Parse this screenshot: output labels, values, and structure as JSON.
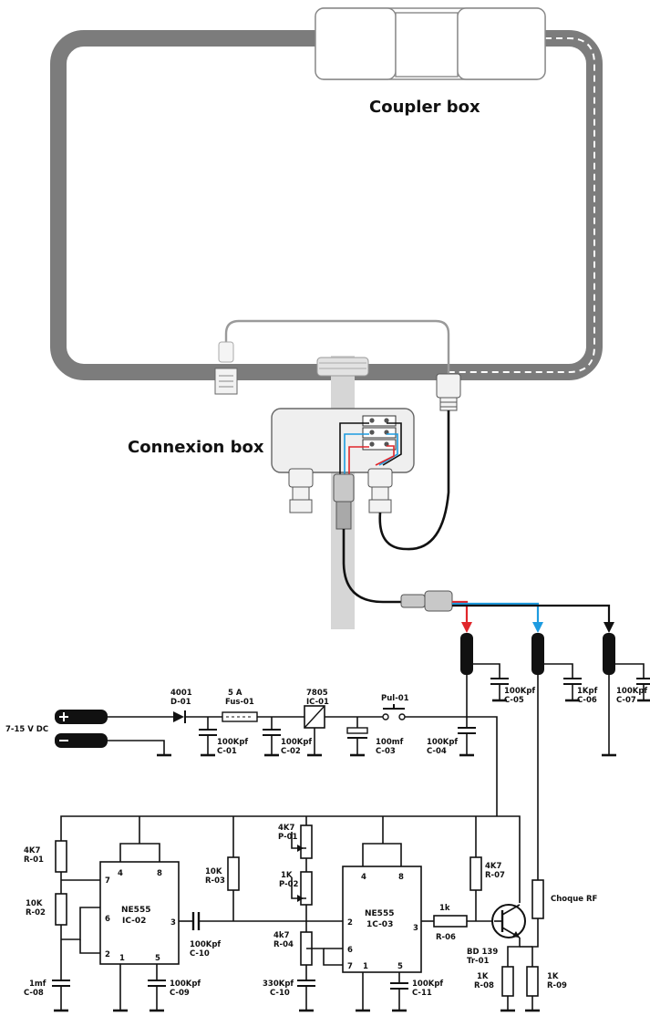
{
  "titles": {
    "coupler": "Coupler box",
    "connexion": "Connexion box"
  },
  "supply": {
    "label": "7-15 V DC",
    "plus": "+",
    "minus": "−"
  },
  "components": {
    "d01": [
      "4001",
      "D-01"
    ],
    "fus01": [
      "5 A",
      "Fus-01"
    ],
    "ic01": [
      "7805",
      "IC-01"
    ],
    "pul01": [
      "Pul-01"
    ],
    "c01": [
      "100Kpf",
      "C-01"
    ],
    "c02": [
      "100Kpf",
      "C-02"
    ],
    "c03": [
      "100mf",
      "C-03"
    ],
    "c04": [
      "100Kpf",
      "C-04"
    ],
    "c05": [
      "100Kpf",
      "C-05"
    ],
    "c06": [
      "1Kpf",
      "C-06"
    ],
    "c07": [
      "100Kpf",
      "C-07"
    ],
    "r01": [
      "4K7",
      "R-01"
    ],
    "r02": [
      "10K",
      "R-02"
    ],
    "c08": [
      "1mf",
      "C-08"
    ],
    "ic02": [
      "NE555",
      "IC-02"
    ],
    "c09": [
      "100Kpf",
      "C-09"
    ],
    "r03": [
      "10K",
      "R-03"
    ],
    "c10a": [
      "100Kpf",
      "C-10"
    ],
    "p01": [
      "4K7",
      "P-01"
    ],
    "p02": [
      "1K",
      "P-02"
    ],
    "r04": [
      "4k7",
      "R-04"
    ],
    "c10b": [
      "330Kpf",
      "C-10"
    ],
    "ic03": [
      "NE555",
      "1C-03"
    ],
    "c11": [
      "100Kpf",
      "C-11"
    ],
    "r06": [
      "1k",
      "R-06"
    ],
    "r07": [
      "4K7",
      "R-07"
    ],
    "tr01": [
      "BD 139",
      "Tr-01"
    ],
    "choque": [
      "Choque RF"
    ],
    "r08": [
      "1K",
      "R-08"
    ],
    "r09": [
      "1K",
      "R-09"
    ]
  },
  "pins": {
    "ic02": [
      "4",
      "8",
      "7",
      "6",
      "2",
      "1",
      "5",
      "3"
    ],
    "ic03": [
      "4",
      "8",
      "2",
      "6",
      "7",
      "1",
      "5",
      "3"
    ]
  },
  "colors": {
    "loop_dark": "#7c7c7c",
    "loop_light": "#c9c9c9",
    "box_fill": "#efefef",
    "red_wire": "#e0262b",
    "blue_wire": "#1d9be0"
  }
}
